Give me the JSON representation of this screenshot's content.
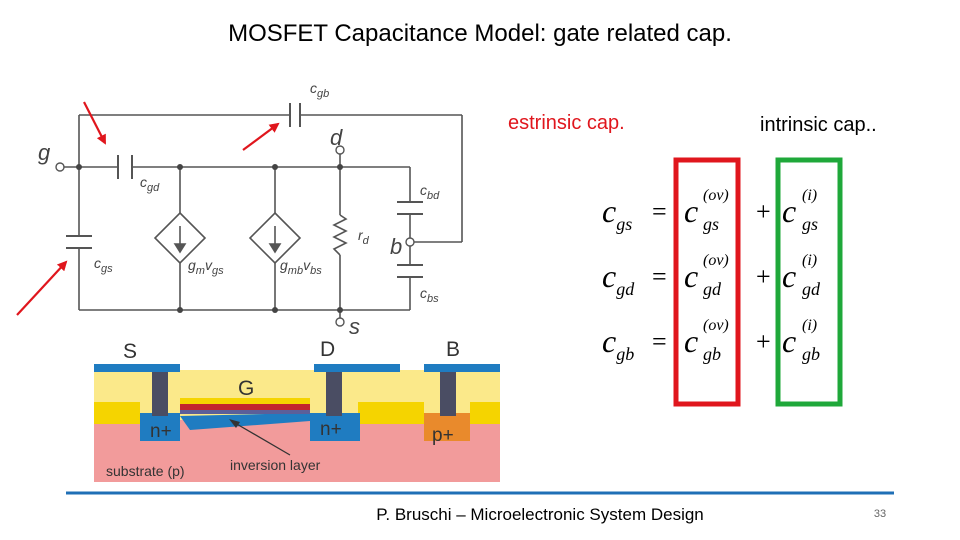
{
  "slide": {
    "title": "MOSFET Capacitance Model: gate related cap.",
    "label_estrinsic": "estrinsic cap.",
    "label_intrinsic": "intrinsic cap..",
    "footer": "P. Bruschi – Microelectronic System Design",
    "page_number": "33"
  },
  "circuit": {
    "node_g": "g",
    "node_d": "d",
    "node_b": "b",
    "node_s": "s",
    "cap_gb": "c",
    "cap_gb_sub": "gb",
    "cap_gd": "c",
    "cap_gd_sub": "gd",
    "cap_gs": "c",
    "cap_gs_sub": "gs",
    "cap_bd": "c",
    "cap_bd_sub": "bd",
    "cap_bs": "c",
    "cap_bs_sub": "bs",
    "res_rd": "r",
    "res_rd_sub": "d",
    "src1_g": "g",
    "src1_gsub": "m",
    "src1_v": "v",
    "src1_vsub": "gs",
    "src2_g": "g",
    "src2_gsub": "mb",
    "src2_v": "v",
    "src2_vsub": "bs"
  },
  "device": {
    "terminal_s": "S",
    "terminal_d": "D",
    "terminal_b": "B",
    "terminal_g": "G",
    "region_left": "n+",
    "region_mid": "n+",
    "region_right": "p+",
    "substrate": "substrate (p)",
    "inversion": "inversion layer"
  },
  "equations": [
    {
      "lhs": "c",
      "lhs_sub": "gs",
      "t1": "c",
      "t1_sup": "(ov)",
      "t1_sub": "gs",
      "t2": "c",
      "t2_sup": "(i)",
      "t2_sub": "gs"
    },
    {
      "lhs": "c",
      "lhs_sub": "gd",
      "t1": "c",
      "t1_sup": "(ov)",
      "t1_sub": "gd",
      "t2": "c",
      "t2_sup": "(i)",
      "t2_sub": "gd"
    },
    {
      "lhs": "c",
      "lhs_sub": "gb",
      "t1": "c",
      "t1_sup": "(ov)",
      "t1_sub": "gb",
      "t2": "c",
      "t2_sup": "(i)",
      "t2_sub": "gb"
    }
  ],
  "colors": {
    "red": "#e0161d",
    "green": "#1fa83a",
    "blue": "#1f6fb6"
  },
  "icons": [
    "arrow-icon"
  ]
}
